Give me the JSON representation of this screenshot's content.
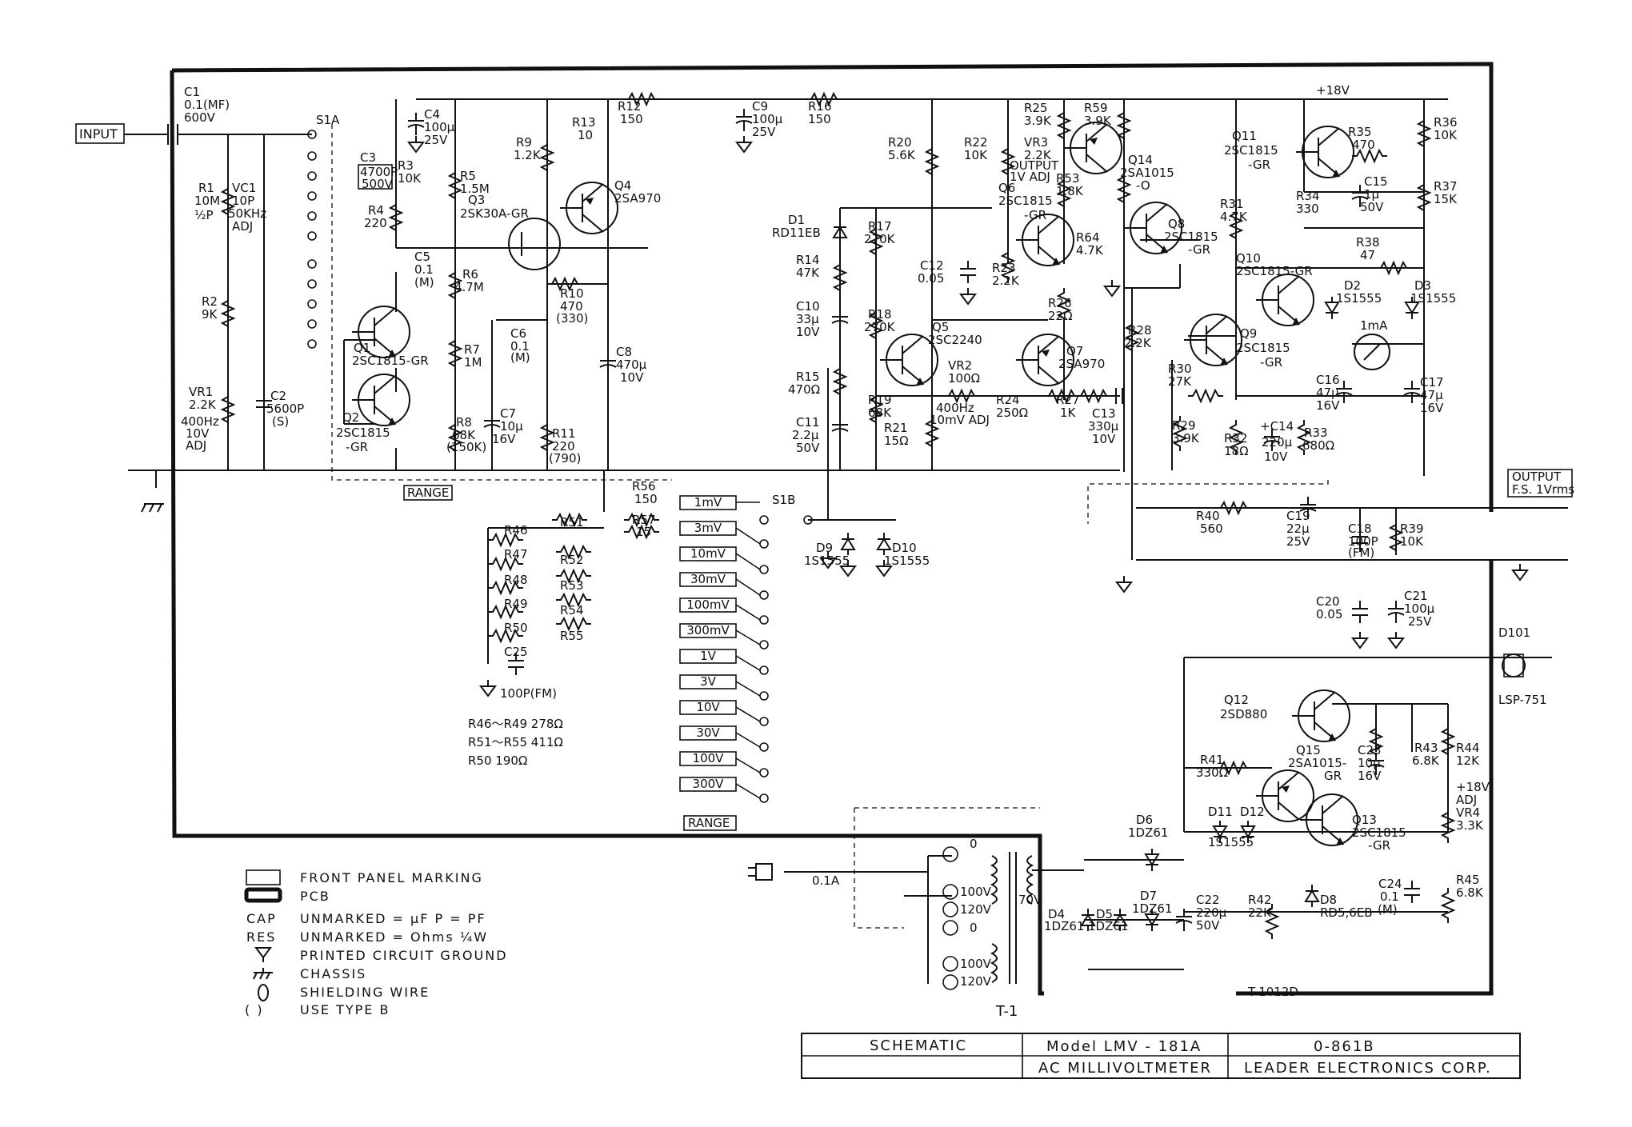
{
  "labels": {
    "input": "INPUT",
    "output1": "OUTPUT",
    "output2": "F.S. 1Vrms",
    "plus18v": "+18V",
    "range1": "RANGE",
    "range2": "RANGE",
    "c1a": "C1",
    "c1b": "0.1(MF)",
    "c1c": "600V",
    "s1a": "S1A",
    "r1a": "R1",
    "r1b": "10M",
    "r1c": "½P",
    "vc1a": "VC1",
    "vc1b": "10P",
    "vc1c": "50KHz",
    "vc1d": "ADJ",
    "r2a": "R2",
    "r2b": "9K",
    "vr1a": "VR1",
    "vr1b": "2.2K",
    "vr1c": "400Hz",
    "vr1d": "10V",
    "vr1e": "ADJ",
    "c2a": "C2",
    "c2b": "5600P",
    "c2c": "(S)",
    "c4a": "C4",
    "c4b": "100μ",
    "c4c": "25V",
    "c3a": "C3",
    "c3b": "4700P",
    "c3c": "500V",
    "r3a": "R3",
    "r3b": "10K",
    "r4a": "R4",
    "r4b": "220",
    "q1a": "Q1",
    "q1b": "2SC1815-GR",
    "q2a": "Q2",
    "q2b": "2SC1815",
    "q2c": "-GR",
    "c5a": "C5",
    "c5b": "0.1",
    "c5c": "(M)",
    "r5a": "R5",
    "r5b": "1.5M",
    "q3a": "Q3",
    "q3b": "2SK30A-GR",
    "r9a": "R9",
    "r9b": "1.2K",
    "r13a": "R13",
    "r13b": "10",
    "q4a": "Q4",
    "q4b": "2SA970",
    "r12a": "R12",
    "r12b": "150",
    "r6a": "R6",
    "r6b": "4.7M",
    "c6a": "C6",
    "c6b": "0.1",
    "c6c": "(M)",
    "r10a": "R10",
    "r10b": "470",
    "r10c": "(330)",
    "r7a": "R7",
    "r7b": "1M",
    "c8a": "C8",
    "c8b": "470μ",
    "c8c": "10V",
    "r8a": "R8",
    "r8b": "68K",
    "r8c": "(150K)",
    "c7a": "C7",
    "c7b": "10μ",
    "c7c": "16V",
    "r11a": "R11",
    "r11b": "220",
    "r11c": "(790)",
    "c9a": "C9",
    "c9b": "100μ",
    "c9c": "25V",
    "r16a": "R16",
    "r16b": "150",
    "r20a": "R20",
    "r20b": "5.6K",
    "r22a": "R22",
    "r22b": "10K",
    "r25a": "R25",
    "r25b": "3.9K",
    "vr3a": "VR3",
    "vr3b": "2.2K",
    "vr3c": "OUTPUT",
    "vr3d": "1V ADJ",
    "r59a": "R59",
    "r59b": "3.9K",
    "q14a": "Q14",
    "q14b": "2SA1015",
    "q14c": "-O",
    "q6a": "Q6",
    "q6b": "2SC1815",
    "q6c": "-GR",
    "r53a": "R53",
    "r53b": "1.8K",
    "d1a": "D1",
    "d1b": "RD11EB",
    "r17a": "R17",
    "r17b": "270K",
    "r14a": "R14",
    "r14b": "47K",
    "c12a": "C12",
    "c12b": "0.05",
    "r23a": "R23",
    "r23b": "2.2K",
    "r64a": "R64",
    "r64b": "4.7K",
    "q8a": "Q8",
    "q8b": "2SC1815",
    "q8c": "-GR",
    "c10a": "C10",
    "c10b": "33μ",
    "c10c": "10V",
    "r18a": "R18",
    "r18b": "270K",
    "q5a": "Q5",
    "q5b": "2SC2240",
    "r26a": "R26",
    "r26b": "22Ω",
    "q7a": "Q7",
    "q7b": "2SA970",
    "r28a": "R28",
    "r28b": "2.2K",
    "r15a": "R15",
    "r15b": "470Ω",
    "vr2a": "VR2",
    "vr2b": "100Ω",
    "vr2c": "400Hz",
    "vr2d": "10mV ADJ",
    "r24a": "R24",
    "r24b": "250Ω",
    "r27a": "R27",
    "r27b": "1K",
    "c13a": "C13",
    "c13b": "330μ",
    "c13c": "10V",
    "r19a": "R19",
    "r19b": "68K",
    "c11a": "C11",
    "c11b": "2.2μ",
    "c11c": "50V",
    "r21a": "R21",
    "r21b": "15Ω",
    "r31a": "R31",
    "r31b": "4.7K",
    "q11a": "Q11",
    "q11b": "2SC1815",
    "q11c": "-GR",
    "r35a": "R35",
    "r35b": "470",
    "r36a": "R36",
    "r36b": "10K",
    "r34a": "R34",
    "r34b": "330",
    "c15a": "C15",
    "c15b": "1μ",
    "c15c": "50V",
    "r37a": "R37",
    "r37b": "15K",
    "r38a": "R38",
    "r38b": "47",
    "q10a": "Q10",
    "q10b": "2SC1815-GR",
    "d2a": "D2",
    "d2b": "1S1555",
    "d3a": "D3",
    "d3b": "1S1555",
    "q9a": "Q9",
    "q9b": "2SC1815",
    "q9c": "-GR",
    "meter": "1mA",
    "r30a": "R30",
    "r30b": "27K",
    "c16a": "C16",
    "c16b": "47μ",
    "c16c": "16V",
    "c17a": "C17",
    "c17b": "47μ",
    "c17c": "16V",
    "r29a": "R29",
    "r29b": "3.9K",
    "r32a": "R32",
    "r32b": "18Ω",
    "c14a": "+C14",
    "c14b": "220μ",
    "c14c": "10V",
    "r33a": "R33",
    "r33b": "680Ω",
    "r40a": "R40",
    "r40b": "560",
    "c19a": "C19",
    "c19b": "22μ",
    "c19c": "25V",
    "c18a": "C18",
    "c18b": "100P",
    "c18c": "(FM)",
    "r39a": "R39",
    "r39b": "10K",
    "c20a": "C20",
    "c20b": "0.05",
    "c21a": "C21",
    "c21b": "100μ",
    "c21c": "25V",
    "r56a": "R56",
    "r56b": "150",
    "r57a": "R57",
    "r57b": "15",
    "s1b": "S1B",
    "r46": "R46",
    "r47": "R47",
    "r48": "R48",
    "r49": "R49",
    "r50": "R50",
    "r51": "R51",
    "r52": "R52",
    "r53s": "R53",
    "r54": "R54",
    "r55": "R55",
    "c25a": "C25",
    "c25b": "100P(FM)",
    "d9a": "D9",
    "d9b": "1S1555",
    "d10a": "D10",
    "d10b": "1S1555",
    "note1": "R46～R49 278Ω",
    "note2": "R51～R55 411Ω",
    "note3": "R50 190Ω",
    "d101a": "D101",
    "d101b": "LSP-751",
    "q12a": "Q12",
    "q12b": "2SD880",
    "r41a": "R41",
    "r41b": "330Ω",
    "q15a": "Q15",
    "q15b": "2SA1015-",
    "q15c": "GR",
    "c23a": "C23",
    "c23b": "10μ",
    "c23c": "16V",
    "r43a": "R43",
    "r43b": "6.8K",
    "r44a": "R44",
    "r44b": "12K",
    "vr4a": "+18V",
    "vr4b": "ADJ",
    "vr4c": "VR4",
    "vr4d": "3.3K",
    "d11a": "D11",
    "d11b": "1S1555",
    "d12a": "D12",
    "q13a": "Q13",
    "q13b": "2SC1815",
    "q13c": "-GR",
    "d6a": "D6",
    "d6b": "1DZ61",
    "d7a": "D7",
    "d7b": "1DZ61",
    "d4a": "D4",
    "d4b": "1DZ61",
    "d5a": "D5",
    "d5b": "1DZ61",
    "c22a": "C22",
    "c22b": "220μ",
    "c22c": "50V",
    "r42a": "R42",
    "r42b": "22K",
    "d8a": "D8",
    "d8b": "RD5,6EB",
    "c24a": "C24",
    "c24b": "0.1",
    "c24c": "(M)",
    "r45a": "R45",
    "r45b": "6.8K",
    "tap0a": "0",
    "tap100a": "100V",
    "tap120a": "120V",
    "tap0b": "0",
    "tap100b": "100V",
    "tap120b": "120V",
    "sec70": "70V",
    "fuse": "0.1A",
    "t1": "T-1",
    "t1012": "T-1012D"
  },
  "range_labels": [
    "1mV",
    "3mV",
    "10mV",
    "30mV",
    "100mV",
    "300mV",
    "1V",
    "3V",
    "10V",
    "30V",
    "100V",
    "300V"
  ],
  "legend": [
    {
      "sym": "",
      "text": "FRONT PANEL MARKING"
    },
    {
      "sym": "",
      "text": "PCB"
    },
    {
      "sym": "CAP",
      "text": "UNMARKED = μF   P = PF"
    },
    {
      "sym": "RES",
      "text": "UNMARKED = Ohms ¼W"
    },
    {
      "sym": "",
      "text": "PRINTED CIRCUIT GROUND"
    },
    {
      "sym": "",
      "text": "CHASSIS"
    },
    {
      "sym": "",
      "text": "SHIELDING WIRE"
    },
    {
      "sym": "(   )",
      "text": "USE TYPE B"
    }
  ],
  "title_block": {
    "schematic": "SCHEMATIC",
    "model": "Model LMV - 181A",
    "number": "0-861B",
    "product": "AC MILLIVOLTMETER",
    "company": "LEADER ELECTRONICS CORP."
  }
}
